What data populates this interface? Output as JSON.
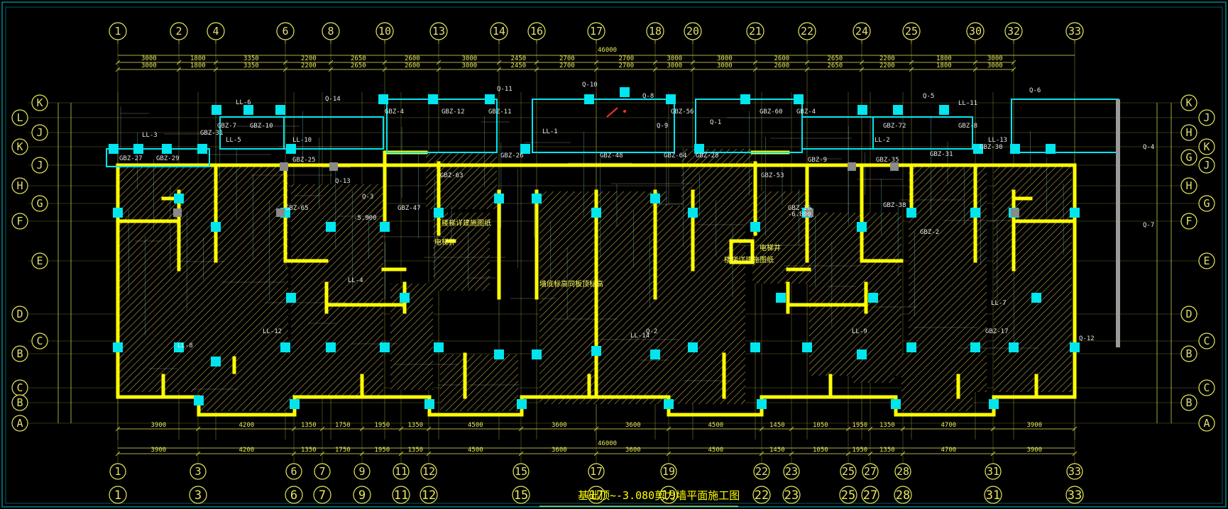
{
  "drawing": {
    "title": "基础顶~-3.080剪力墙平面施工图",
    "colors": {
      "background": "#000000",
      "frame": "#00c8d2",
      "wall": "#ffff00",
      "column": "#00e5ee",
      "grid": "#e8e85a",
      "dim": "#e8e85a",
      "hatch": "#c8b84a",
      "accent": "#ff3030"
    },
    "top_axes": [
      "1",
      "2",
      "4",
      "6",
      "8",
      "10",
      "13",
      "14",
      "16",
      "17",
      "18",
      "20",
      "21",
      "22",
      "24",
      "25",
      "30",
      "32",
      "33"
    ],
    "bottom_axes": [
      "1",
      "3",
      "6",
      "7",
      "9",
      "11",
      "12",
      "15",
      "17",
      "19",
      "22",
      "23",
      "25",
      "27",
      "28",
      "31",
      "33"
    ],
    "left_axes": [
      "K",
      "L",
      "J",
      "K",
      "J",
      "H",
      "G",
      "F",
      "E",
      "D",
      "C",
      "B",
      "C",
      "B",
      "A"
    ],
    "right_axes": [
      "K",
      "J",
      "H",
      "K",
      "G",
      "J",
      "H",
      "G",
      "F",
      "E",
      "D",
      "C",
      "B",
      "C",
      "B",
      "A"
    ],
    "top_overall": "46000",
    "bottom_overall": "46000",
    "top_dims_row1": [
      "3000",
      "1800",
      "3350",
      "2200",
      "2650",
      "2600",
      "3000",
      "2450",
      "2700",
      "2700",
      "3000",
      "3000",
      "2600",
      "2650",
      "2200",
      "1800",
      "3000"
    ],
    "top_dims_row2": [
      "3000",
      "1800",
      "3350",
      "2200",
      "2650",
      "2600",
      "3000",
      "2450",
      "2700",
      "2700",
      "3000",
      "3000",
      "2600",
      "2650",
      "2200",
      "1800",
      "3000"
    ],
    "bottom_dims_row1": [
      "3900",
      "4200",
      "1350",
      "1750",
      "1950",
      "1350",
      "4500",
      "3600",
      "3600",
      "4500",
      "1450",
      "1050",
      "1950",
      "1350",
      "4700",
      "3900"
    ],
    "bottom_dims_row2": [
      "3900",
      "4200",
      "1350",
      "1750",
      "1950",
      "1350",
      "4500",
      "3600",
      "3600",
      "4500",
      "1450",
      "1050",
      "1950",
      "1350",
      "4700",
      "3900"
    ],
    "center_note": "墙底标高同板顶标高",
    "room_notes": [
      "楼梯详建施图纸",
      "电梯井",
      "电梯井",
      "楼梯详建施图纸"
    ],
    "elev_marks": [
      "-5.900",
      "-6.800"
    ],
    "wall_tags": [
      "GBZ-27",
      "GBZ-29",
      "GBZ-31",
      "GBZ-7",
      "GBZ-10",
      "GBZ-4",
      "GBZ-12",
      "GBZ-11",
      "GBZ-56",
      "GBZ-60",
      "GBZ-4",
      "GBZ-72",
      "GBZ-8",
      "GBZ-25",
      "GBZ-53",
      "GBZ-26",
      "GBZ-48",
      "GBZ-64",
      "GBZ-28",
      "GBZ-63",
      "GBZ-9",
      "GBZ-35",
      "GBZ-31",
      "GBZ-30",
      "GBZ-65",
      "GBZ-47",
      "GBZ-16",
      "GBZ-2",
      "GBZ-38",
      "GBZ-17"
    ],
    "beam_tags": [
      "LL-3",
      "LL-6",
      "LL-5",
      "LL-1",
      "LL-11",
      "LL-13",
      "LL-10",
      "LL-2",
      "LL-4",
      "LL-14",
      "LL-8",
      "LL-12",
      "LL-9",
      "LL-7"
    ],
    "q_tags": [
      "Q-1",
      "Q-2",
      "Q-3",
      "Q-4",
      "Q-5",
      "Q-6",
      "Q-7",
      "Q-8",
      "Q-9",
      "Q-10",
      "Q-11",
      "Q-12",
      "Q-13",
      "Q-14"
    ]
  }
}
